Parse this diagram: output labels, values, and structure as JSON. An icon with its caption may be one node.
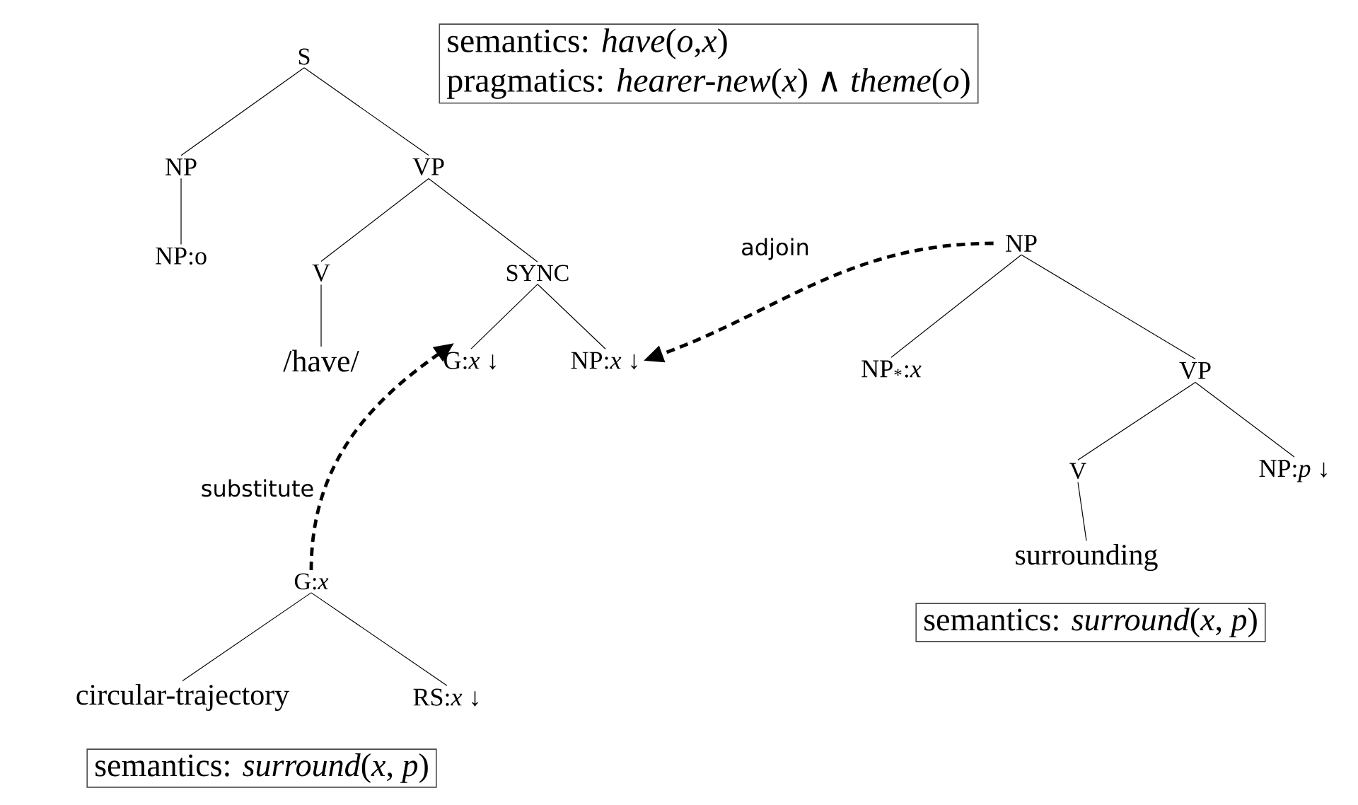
{
  "diagram": {
    "nodes": [
      {
        "text": [
          "S"
        ]
      },
      {
        "text": [
          "semantics: *have*(*o*,*x*)",
          "pragmatics: *hearer-new*(*x*) ∧ *theme*(*o*)"
        ]
      },
      {
        "text": [
          "NP"
        ]
      },
      {
        "text": [
          "VP"
        ]
      },
      {
        "text": [
          "NP:o"
        ]
      },
      {
        "text": [
          "V"
        ]
      },
      {
        "text": [
          "SYNC"
        ]
      },
      {
        "text": [
          "NP"
        ]
      },
      {
        "text": [
          "/have/"
        ]
      },
      {
        "text": [
          "G:*x* ↓"
        ]
      },
      {
        "text": [
          "NP:*x* ↓"
        ]
      },
      {
        "text": [
          "NP$_{*}$:*x*"
        ]
      },
      {
        "text": [
          "VP"
        ]
      },
      {
        "text": [
          "V"
        ]
      },
      {
        "text": [
          "NP:*p* ↓"
        ]
      },
      {
        "text": [
          "G:*x*"
        ]
      },
      {
        "text": [
          "surrounding"
        ]
      },
      {
        "text": [
          "semantics: *surround*(*x*, *p*)"
        ]
      },
      {
        "text": [
          "circular-trajectory"
        ]
      },
      {
        "text": [
          "RS:*x* ↓"
        ]
      },
      {
        "text": [
          "semantics: *surround*(*x*, *p*)"
        ]
      }
    ],
    "edges": [
      {
        "from": 0,
        "to": 2,
        "arrow": "none"
      },
      {
        "from": 0,
        "to": 3,
        "arrow": "none"
      },
      {
        "from": 2,
        "to": 4,
        "arrow": "none"
      },
      {
        "from": 3,
        "to": 5,
        "arrow": "none"
      },
      {
        "from": 3,
        "to": 6,
        "arrow": "none"
      },
      {
        "from": 5,
        "to": 8,
        "arrow": "none"
      },
      {
        "from": 6,
        "to": 9,
        "arrow": "none"
      },
      {
        "from": 6,
        "to": 10,
        "arrow": "none"
      },
      {
        "from": 7,
        "to": 11,
        "arrow": "none"
      },
      {
        "from": 7,
        "to": 12,
        "arrow": "none"
      },
      {
        "from": 12,
        "to": 13,
        "arrow": "none"
      },
      {
        "from": 12,
        "to": 14,
        "arrow": "none"
      },
      {
        "from": 13,
        "to": 16,
        "arrow": "none"
      },
      {
        "from": 15,
        "to": 18,
        "arrow": "none"
      },
      {
        "from": 15,
        "to": 19,
        "arrow": "none"
      },
      {
        "from": 7,
        "to": 10,
        "arrow": "to",
        "style": "dashed",
        "label": "adjoin"
      },
      {
        "from": 15,
        "to": 9,
        "arrow": "to",
        "style": "dashed",
        "label": "substitute"
      }
    ]
  }
}
